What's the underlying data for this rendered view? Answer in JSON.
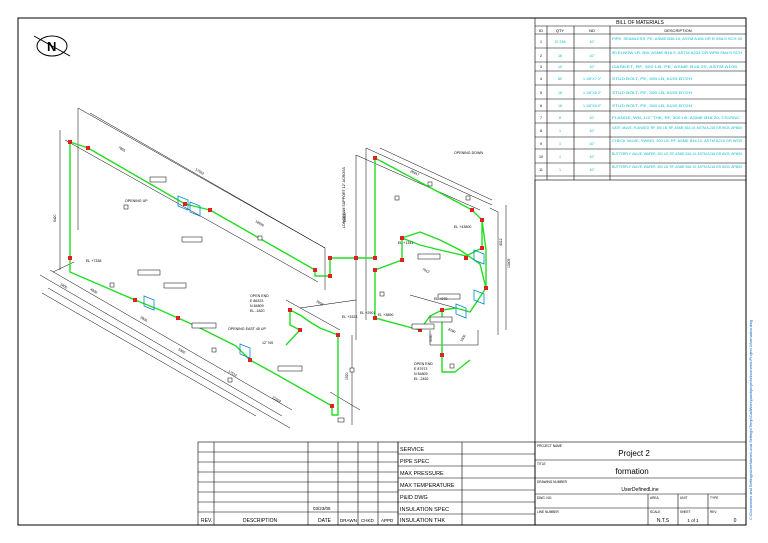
{
  "drawing": {
    "north_symbol": "N",
    "pipe_color": "#22dd22",
    "line_color": "#000000",
    "fitting_color": "#dd2222",
    "bom_text_color": "#00bbcc"
  },
  "bom": {
    "title": "BILL OF MATERIALS",
    "headers": [
      "ID",
      "QTY",
      "ND",
      "DESCRIPTION"
    ],
    "rows": [
      {
        "id": "1",
        "qty": "37.248",
        "nd": "10\"",
        "desc": "PIPE, SEAMLESS, PE, ASME B36.10, ASTM A106 GR B SMLS SCH 40"
      },
      {
        "id": "2",
        "qty": "16",
        "nd": "10\"",
        "desc": "90 ELBOW LR, BW, ASME B16.9, ASTM A234 GR WPB SMLS SCH"
      },
      {
        "id": "3",
        "qty": "10",
        "qty_nd": "",
        "nd": "10\"",
        "desc": "GASKET, RF, 300 LB, PE, ASME B16.20, ASTM A105"
      },
      {
        "id": "4",
        "qty": "80",
        "nd": "1 1/8\"X7.0\"",
        "desc": "STUD BOLT, PE, 300 LB, A193 B7/2H"
      },
      {
        "id": "5",
        "qty": "16",
        "nd": "1 1/8\"X6.0\"",
        "desc": "STUD BOLT, PE, 300 LB, A193 B7/2H"
      },
      {
        "id": "6",
        "qty": "16",
        "nd": "1 1/8\"X8.0\"",
        "desc": "STUD BOLT, PE, 300 LB, A193 B7/2H"
      },
      {
        "id": "7",
        "qty": "8",
        "nd": "10\"",
        "desc": "FLANGE, WN, 1/4\" THK, RF, 300 LB, ASME B16.20, CS/ZINC"
      },
      {
        "id": "8",
        "qty": "1",
        "nd": "10\"",
        "desc": "GATE VALVE, FLANGED, RF, 300 LB, RF, ASME B16.10, ASTM A-216 GR WCB, API600"
      },
      {
        "id": "9",
        "qty": "1",
        "nd": "10\"",
        "desc": "CHECK VALVE, SWING, 300 LB, RF, ASME B16.10, ASTM A216 GR WCB"
      },
      {
        "id": "10",
        "qty": "1",
        "nd": "10\"",
        "desc": "BUTTERFLY VALVE, WAFER, 300 LB, RF, ASME B16.10, ASTM A216 GR WCB, API609"
      },
      {
        "id": "11",
        "qty": "1",
        "nd": "10\"",
        "desc": "BUTTERFLY VALVE, WAFER, 300 LB, RF, ASME B16.10, ASTM A216 GR WCB, API609"
      }
    ]
  },
  "annotations": {
    "opening_up_1": "OPENING UP",
    "opening_up_2": "OPENING UP",
    "opening_east_up": "OPENING EAST 45 UP",
    "opening_down": "OPENING DOWN",
    "open_end_1": [
      "OPEN END",
      "E  86323",
      "N  84809",
      "EL  -1820"
    ],
    "open_end_2": [
      "OPEN END",
      "E  87973",
      "N  84809",
      "EL  -2452"
    ],
    "elev_1": "EL  +7338",
    "elev_2": "EL  +3323",
    "elev_3": "EL  +1341",
    "elev_4": "EL  +3890",
    "elev_5": "EL  +970",
    "elev_6": "EL  +43800",
    "elev_7": "EL  +2901",
    "size_12ns": "12\" NS",
    "dim_long": "LONGBEAM SUPPORT 12\" ACROSS",
    "dim_values": [
      "7855",
      "17563",
      "18936",
      "6420",
      "4830",
      "2836",
      "5360",
      "26917",
      "25500",
      "4312",
      "13405",
      "2055",
      "1520",
      "17512",
      "21604",
      "7012",
      "8190",
      "5050",
      "1500",
      "2400"
    ]
  },
  "title_block": {
    "rev_labels": [
      "REV.",
      "DESCRIPTION",
      "DATE",
      "DRAWN",
      "CHKD",
      "APPD"
    ],
    "rev_date": "03/23/05",
    "service_labels": [
      "SERVICE",
      "PIPE SPEC",
      "MAX PRESSURE",
      "MAX TEMPERATURE",
      "P&ID DWG",
      "INSULATION SPEC",
      "INSULATION THK"
    ],
    "project_label": "PROJECT NAME",
    "project_name": "Project 2",
    "title_label": "TITLE",
    "title": "formation",
    "drawing_label": "DRAWING NUMBER",
    "drawing_number": "UserDefinedLine",
    "bottom_labels": [
      "DWG. NO.",
      "AREA",
      "UNIT",
      "TYPE",
      "LINE NUMBER",
      "SCALE",
      "SHEET",
      "REV."
    ],
    "scale": "N.T.S",
    "sheet": "1  of  1",
    "rev": "0"
  },
  "side_note": "C:\\Documents and Settings\\UserName\\Local Settings\\Temp\\CadWorx\\plant\\projects\\isometric\\Project 2\\formation.dwg"
}
